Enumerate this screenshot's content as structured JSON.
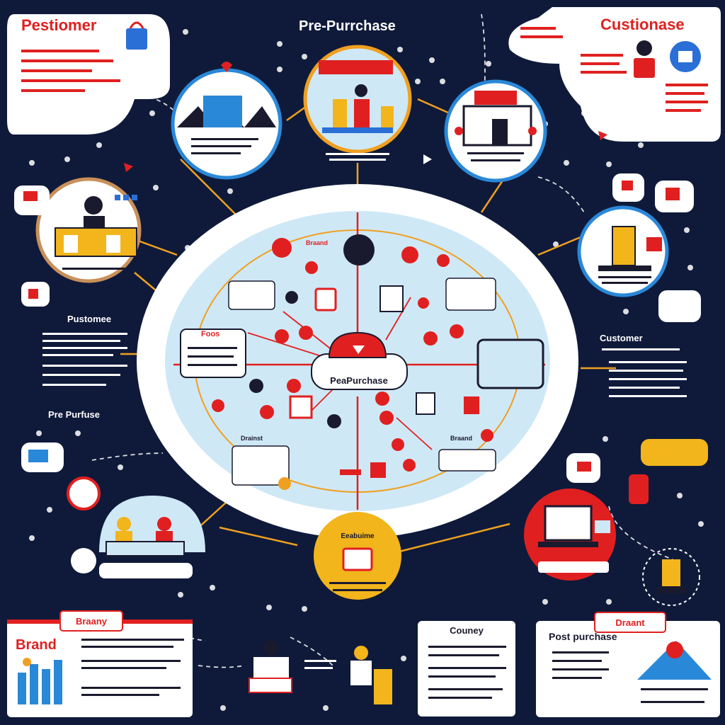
{
  "colors": {
    "background": "#0f1a3a",
    "accent_red": "#e02020",
    "accent_yellow": "#f2b51c",
    "light_blue": "#cfe8f6",
    "panel_white": "#ffffff",
    "connector_orange": "#f0a020"
  },
  "headings": {
    "top_left": "Pestiomer",
    "top_center": "Pre-Purrchase",
    "top_right": "Custionase",
    "left_mid": "Pustomee",
    "left_lower": "Pre Purfuse",
    "right_mid": "Customer"
  },
  "center": {
    "hub_label": "PeaPurchase",
    "label_top_left": "Braand",
    "label_bottom_left": "Drainst",
    "label_bottom_right": "Braand",
    "box_left_title": "Foos"
  },
  "bottom_nodes": {
    "yellow_node_label": "Eeabuime"
  },
  "panels": {
    "bottom_left": {
      "tab": "Braany",
      "title": "Brand"
    },
    "bottom_center": {
      "title": "Couney"
    },
    "bottom_right": {
      "tab": "Draant",
      "title": "Post purchase"
    }
  },
  "icons": [
    "store-icon",
    "shopping-bag-icon",
    "person-icon",
    "laptop-icon",
    "cash-register-icon",
    "bar-chart-icon",
    "mountain-icon",
    "briefcase-icon",
    "phone-icon",
    "basket-icon",
    "arrow-icon"
  ]
}
